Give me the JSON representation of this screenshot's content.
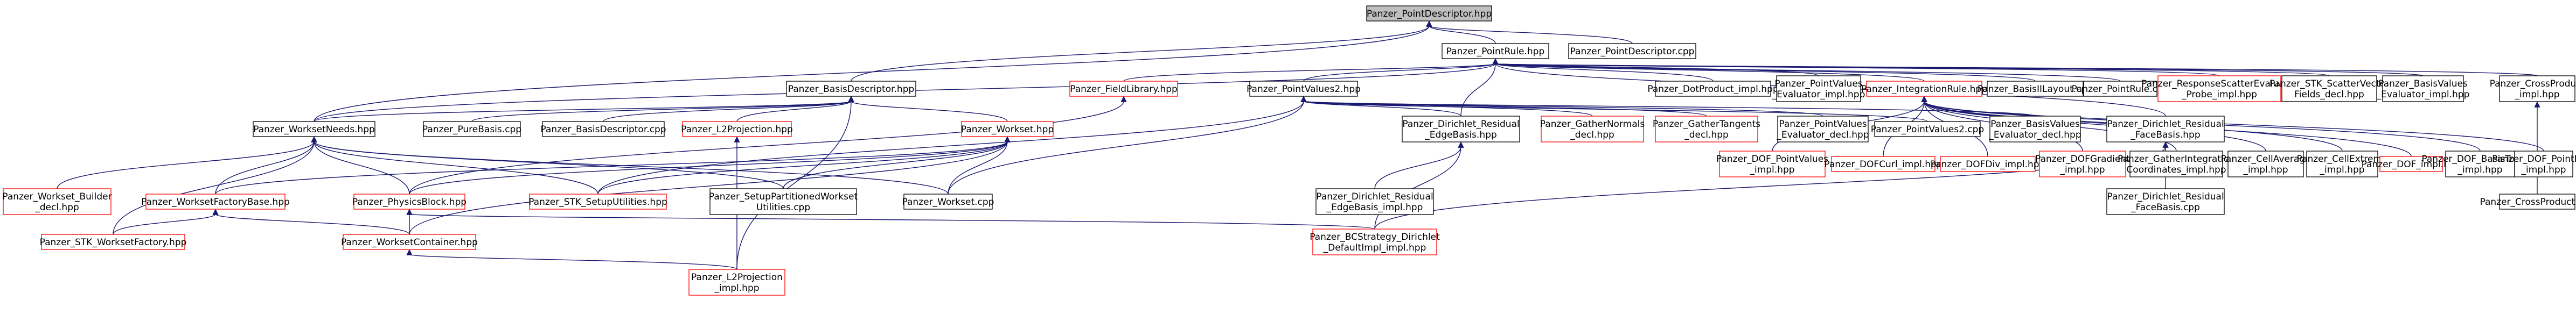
{
  "colors": {
    "edge": "#191970",
    "documented_border": "#000000",
    "undocumented_border": "#ff0000",
    "root_fill": "#bfbfbf",
    "node_fill": "#ffffff"
  },
  "nodes": [
    {
      "id": "pointdescriptor_hpp",
      "lines": [
        "Panzer_PointDescriptor.hpp"
      ],
      "kind": "root"
    },
    {
      "id": "pointrule_hpp",
      "lines": [
        "Panzer_PointRule.hpp"
      ],
      "kind": "doc"
    },
    {
      "id": "pointdescriptor_cpp",
      "lines": [
        "Panzer_PointDescriptor.cpp"
      ],
      "kind": "doc"
    },
    {
      "id": "basisdescriptor_hpp",
      "lines": [
        "Panzer_BasisDescriptor.hpp"
      ],
      "kind": "doc"
    },
    {
      "id": "pointvalues2_hpp",
      "lines": [
        "Panzer_PointValues2.hpp"
      ],
      "kind": "doc"
    },
    {
      "id": "dotproduct_impl_hpp",
      "lines": [
        "Panzer_DotProduct_impl.hpp"
      ],
      "kind": "doc"
    },
    {
      "id": "pointvalues_evaluator_impl_hpp",
      "lines": [
        "Panzer_PointValues",
        "_Evaluator_impl.hpp"
      ],
      "kind": "doc"
    },
    {
      "id": "integrationrule_hpp",
      "lines": [
        "Panzer_IntegrationRule.hpp"
      ],
      "kind": "undoc"
    },
    {
      "id": "basisiilayout_cpp",
      "lines": [
        "Panzer_BasisIILayout.cpp"
      ],
      "kind": "doc"
    },
    {
      "id": "pointrule_cpp",
      "lines": [
        "Panzer_PointRule.cpp"
      ],
      "kind": "doc"
    },
    {
      "id": "responsescatterevaluator_probe_impl_hpp",
      "lines": [
        "Panzer_ResponseScatterEvaluator",
        "_Probe_impl.hpp"
      ],
      "kind": "undoc"
    },
    {
      "id": "stk_scattervectorfields_decl_hpp",
      "lines": [
        "Panzer_STK_ScatterVector",
        "Fields_decl.hpp"
      ],
      "kind": "doc"
    },
    {
      "id": "basisvalues_evaluator_impl_hpp",
      "lines": [
        "Panzer_BasisValues",
        "_Evaluator_impl.hpp"
      ],
      "kind": "doc"
    },
    {
      "id": "crossproduct_impl_hpp",
      "lines": [
        "Panzer_CrossProduct",
        "_impl.hpp"
      ],
      "kind": "doc"
    },
    {
      "id": "worksetneeds_hpp",
      "lines": [
        "Panzer_WorksetNeeds.hpp"
      ],
      "kind": "doc"
    },
    {
      "id": "purebasis_cpp",
      "lines": [
        "Panzer_PureBasis.cpp"
      ],
      "kind": "doc"
    },
    {
      "id": "basisdescriptor_cpp",
      "lines": [
        "Panzer_BasisDescriptor.cpp"
      ],
      "kind": "doc"
    },
    {
      "id": "l2projection_hpp",
      "lines": [
        "Panzer_L2Projection.hpp"
      ],
      "kind": "undoc"
    },
    {
      "id": "workset_hpp",
      "lines": [
        "Panzer_Workset.hpp"
      ],
      "kind": "undoc"
    },
    {
      "id": "fieldlibrary_hpp",
      "lines": [
        "Panzer_FieldLibrary.hpp"
      ],
      "kind": "undoc"
    },
    {
      "id": "dirichlet_residual_edgebasis_hpp",
      "lines": [
        "Panzer_Dirichlet_Residual",
        "_EdgeBasis.hpp"
      ],
      "kind": "doc"
    },
    {
      "id": "gathernormals_decl_hpp",
      "lines": [
        "Panzer_GatherNormals",
        "_decl.hpp"
      ],
      "kind": "undoc"
    },
    {
      "id": "gathertangents_decl_hpp",
      "lines": [
        "Panzer_GatherTangents",
        "_decl.hpp"
      ],
      "kind": "undoc"
    },
    {
      "id": "pointvalues_evaluator_decl_hpp",
      "lines": [
        "Panzer_PointValues",
        "_Evaluator_decl.hpp"
      ],
      "kind": "doc"
    },
    {
      "id": "pointvalues2_cpp",
      "lines": [
        "Panzer_PointValues2.cpp"
      ],
      "kind": "doc"
    },
    {
      "id": "basisvalues_evaluator_decl_hpp",
      "lines": [
        "Panzer_BasisValues",
        "_Evaluator_decl.hpp"
      ],
      "kind": "doc"
    },
    {
      "id": "dirichlet_residual_facebasis_hpp",
      "lines": [
        "Panzer_Dirichlet_Residual",
        "_FaceBasis.hpp"
      ],
      "kind": "doc"
    },
    {
      "id": "dof_pointvalues_impl_hpp",
      "lines": [
        "Panzer_DOF_PointValues",
        "_impl.hpp"
      ],
      "kind": "undoc"
    },
    {
      "id": "dofcurl_impl_hpp",
      "lines": [
        "Panzer_DOFCurl_impl.hpp"
      ],
      "kind": "undoc"
    },
    {
      "id": "dofdiv_impl_hpp",
      "lines": [
        "Panzer_DOFDiv_impl.hpp"
      ],
      "kind": "undoc"
    },
    {
      "id": "dofgradient_impl_hpp",
      "lines": [
        "Panzer_DOFGradient",
        "_impl.hpp"
      ],
      "kind": "undoc"
    },
    {
      "id": "gatherintegrationcoordinates_impl_hpp",
      "lines": [
        "Panzer_GatherIntegration",
        "Coordinates_impl.hpp"
      ],
      "kind": "doc"
    },
    {
      "id": "cellaverage_impl_hpp",
      "lines": [
        "Panzer_CellAverage",
        "_impl.hpp"
      ],
      "kind": "doc"
    },
    {
      "id": "cellextreme_impl_hpp",
      "lines": [
        "Panzer_CellExtreme",
        "_impl.hpp"
      ],
      "kind": "doc"
    },
    {
      "id": "dof_impl_hpp",
      "lines": [
        "Panzer_DOF_impl.hpp"
      ],
      "kind": "undoc"
    },
    {
      "id": "dof_basistobasis_impl_hpp",
      "lines": [
        "Panzer_DOF_BasisToBasis",
        "_impl.hpp"
      ],
      "kind": "doc"
    },
    {
      "id": "dof_pointfield_impl_hpp",
      "lines": [
        "Panzer_DOF_PointField",
        "_impl.hpp"
      ],
      "kind": "doc"
    },
    {
      "id": "crossproduct_cpp",
      "lines": [
        "Panzer_CrossProduct.cpp"
      ],
      "kind": "doc"
    },
    {
      "id": "workset_builder_decl_hpp",
      "lines": [
        "Panzer_Workset_Builder",
        "_decl.hpp"
      ],
      "kind": "undoc"
    },
    {
      "id": "worksetfactorybase_hpp",
      "lines": [
        "Panzer_WorksetFactoryBase.hpp"
      ],
      "kind": "undoc"
    },
    {
      "id": "physicsblock_hpp",
      "lines": [
        "Panzer_PhysicsBlock.hpp"
      ],
      "kind": "undoc"
    },
    {
      "id": "stk_setuputilities_hpp",
      "lines": [
        "Panzer_STK_SetupUtilities.hpp"
      ],
      "kind": "undoc"
    },
    {
      "id": "setuppartitionedworksetutilities_cpp",
      "lines": [
        "Panzer_SetupPartitionedWorkset",
        "Utilities.cpp"
      ],
      "kind": "doc"
    },
    {
      "id": "workset_cpp",
      "lines": [
        "Panzer_Workset.cpp"
      ],
      "kind": "doc"
    },
    {
      "id": "dirichlet_residual_edgebasis_impl_hpp",
      "lines": [
        "Panzer_Dirichlet_Residual",
        "_EdgeBasis_impl.hpp"
      ],
      "kind": "doc"
    },
    {
      "id": "dirichlet_residual_facebasis_cpp",
      "lines": [
        "Panzer_Dirichlet_Residual",
        "_FaceBasis.cpp"
      ],
      "kind": "doc"
    },
    {
      "id": "stk_worksetfactory_hpp",
      "lines": [
        "Panzer_STK_WorksetFactory.hpp"
      ],
      "kind": "undoc"
    },
    {
      "id": "worksetcontainer_hpp",
      "lines": [
        "Panzer_WorksetContainer.hpp"
      ],
      "kind": "undoc"
    },
    {
      "id": "bcstrategy_dirichlet_defaultimpl_impl_hpp",
      "lines": [
        "Panzer_BCStrategy_Dirichlet",
        "_DefaultImpl_impl.hpp"
      ],
      "kind": "undoc"
    },
    {
      "id": "l2projection_impl_hpp",
      "lines": [
        "Panzer_L2Projection",
        "_impl.hpp"
      ],
      "kind": "undoc"
    }
  ],
  "edges": [
    [
      "pointdescriptor_hpp",
      "pointrule_hpp"
    ],
    [
      "pointdescriptor_hpp",
      "pointdescriptor_cpp"
    ],
    [
      "pointdescriptor_hpp",
      "basisdescriptor_hpp"
    ],
    [
      "pointdescriptor_hpp",
      "worksetneeds_hpp"
    ],
    [
      "pointrule_hpp",
      "pointvalues2_hpp"
    ],
    [
      "pointrule_hpp",
      "dotproduct_impl_hpp"
    ],
    [
      "pointrule_hpp",
      "pointvalues_evaluator_impl_hpp"
    ],
    [
      "pointrule_hpp",
      "integrationrule_hpp"
    ],
    [
      "pointrule_hpp",
      "basisiilayout_cpp"
    ],
    [
      "pointrule_hpp",
      "pointrule_cpp"
    ],
    [
      "pointrule_hpp",
      "responsescatterevaluator_probe_impl_hpp"
    ],
    [
      "pointrule_hpp",
      "stk_scattervectorfields_decl_hpp"
    ],
    [
      "pointrule_hpp",
      "basisvalues_evaluator_impl_hpp"
    ],
    [
      "pointrule_hpp",
      "crossproduct_impl_hpp"
    ],
    [
      "pointrule_hpp",
      "fieldlibrary_hpp"
    ],
    [
      "pointrule_hpp",
      "dirichlet_residual_edgebasis_hpp"
    ],
    [
      "pointrule_hpp",
      "dirichlet_residual_facebasis_hpp"
    ],
    [
      "pointrule_hpp",
      "worksetneeds_hpp"
    ],
    [
      "basisdescriptor_hpp",
      "worksetneeds_hpp"
    ],
    [
      "basisdescriptor_hpp",
      "purebasis_cpp"
    ],
    [
      "basisdescriptor_hpp",
      "basisdescriptor_cpp"
    ],
    [
      "basisdescriptor_hpp",
      "l2projection_hpp"
    ],
    [
      "basisdescriptor_hpp",
      "workset_hpp"
    ],
    [
      "basisdescriptor_hpp",
      "l2projection_impl_hpp"
    ],
    [
      "pointvalues2_hpp",
      "dirichlet_residual_edgebasis_hpp"
    ],
    [
      "pointvalues2_hpp",
      "gathernormals_decl_hpp"
    ],
    [
      "pointvalues2_hpp",
      "gathertangents_decl_hpp"
    ],
    [
      "pointvalues2_hpp",
      "pointvalues_evaluator_decl_hpp"
    ],
    [
      "pointvalues2_hpp",
      "pointvalues2_cpp"
    ],
    [
      "pointvalues2_hpp",
      "basisvalues_evaluator_decl_hpp"
    ],
    [
      "pointvalues2_hpp",
      "workset_cpp"
    ],
    [
      "pointvalues2_hpp",
      "stk_setuputilities_hpp"
    ],
    [
      "integrationrule_hpp",
      "dof_pointvalues_impl_hpp"
    ],
    [
      "integrationrule_hpp",
      "dofcurl_impl_hpp"
    ],
    [
      "integrationrule_hpp",
      "dofdiv_impl_hpp"
    ],
    [
      "integrationrule_hpp",
      "dofgradient_impl_hpp"
    ],
    [
      "integrationrule_hpp",
      "gatherintegrationcoordinates_impl_hpp"
    ],
    [
      "integrationrule_hpp",
      "cellaverage_impl_hpp"
    ],
    [
      "integrationrule_hpp",
      "cellextreme_impl_hpp"
    ],
    [
      "integrationrule_hpp",
      "dof_impl_hpp"
    ],
    [
      "integrationrule_hpp",
      "dof_basistobasis_impl_hpp"
    ],
    [
      "integrationrule_hpp",
      "dof_pointfield_impl_hpp"
    ],
    [
      "crossproduct_impl_hpp",
      "crossproduct_cpp"
    ],
    [
      "worksetneeds_hpp",
      "workset_builder_decl_hpp"
    ],
    [
      "worksetneeds_hpp",
      "worksetfactorybase_hpp"
    ],
    [
      "worksetneeds_hpp",
      "physicsblock_hpp"
    ],
    [
      "worksetneeds_hpp",
      "stk_setuputilities_hpp"
    ],
    [
      "worksetneeds_hpp",
      "setuppartitionedworksetutilities_cpp"
    ],
    [
      "worksetneeds_hpp",
      "workset_cpp"
    ],
    [
      "worksetneeds_hpp",
      "stk_worksetfactory_hpp"
    ],
    [
      "workset_hpp",
      "worksetfactorybase_hpp"
    ],
    [
      "workset_hpp",
      "physicsblock_hpp"
    ],
    [
      "workset_hpp",
      "stk_setuputilities_hpp"
    ],
    [
      "workset_hpp",
      "setuppartitionedworksetutilities_cpp"
    ],
    [
      "workset_hpp",
      "workset_cpp"
    ],
    [
      "workset_hpp",
      "worksetcontainer_hpp"
    ],
    [
      "fieldlibrary_hpp",
      "physicsblock_hpp"
    ],
    [
      "dirichlet_residual_edgebasis_hpp",
      "dirichlet_residual_edgebasis_impl_hpp"
    ],
    [
      "dirichlet_residual_edgebasis_hpp",
      "bcstrategy_dirichlet_defaultimpl_impl_hpp"
    ],
    [
      "dirichlet_residual_facebasis_hpp",
      "dirichlet_residual_facebasis_cpp"
    ],
    [
      "dirichlet_residual_facebasis_hpp",
      "bcstrategy_dirichlet_defaultimpl_impl_hpp"
    ],
    [
      "worksetfactorybase_hpp",
      "stk_worksetfactory_hpp"
    ],
    [
      "worksetfactorybase_hpp",
      "worksetcontainer_hpp"
    ],
    [
      "physicsblock_hpp",
      "worksetcontainer_hpp"
    ],
    [
      "physicsblock_hpp",
      "bcstrategy_dirichlet_defaultimpl_impl_hpp"
    ],
    [
      "worksetcontainer_hpp",
      "l2projection_impl_hpp"
    ],
    [
      "l2projection_hpp",
      "l2projection_impl_hpp"
    ]
  ]
}
